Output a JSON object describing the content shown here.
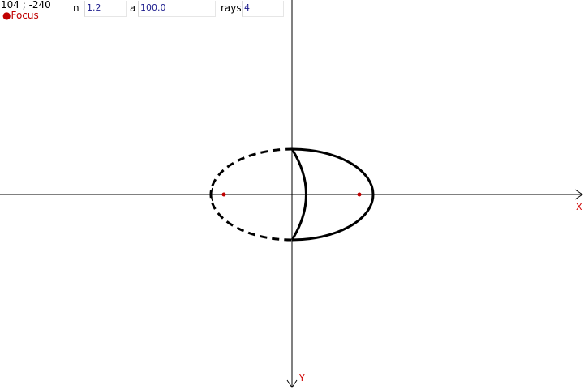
{
  "status": {
    "coordinates": "104 ; -240"
  },
  "legend": {
    "focus_label": "Focus",
    "focus_color": "#c00000"
  },
  "params": {
    "n": {
      "label": "n",
      "value": "1.2"
    },
    "a": {
      "label": "a",
      "value": "100.0"
    },
    "rays": {
      "label": "rays",
      "value": "4"
    }
  },
  "axes": {
    "x_label": "X",
    "y_label": "Y",
    "label_color": "#d00000"
  }
}
